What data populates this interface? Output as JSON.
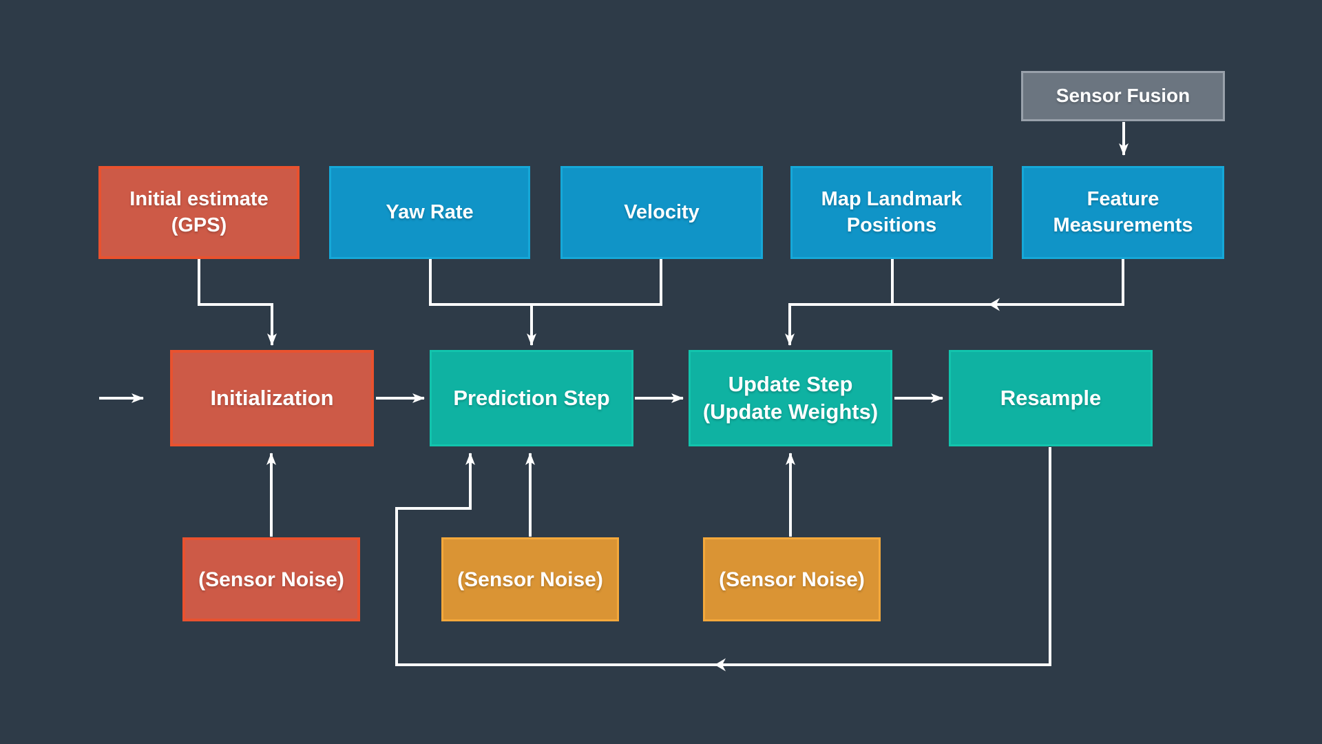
{
  "canvas": {
    "background": "#2e3b48",
    "line_color": "#ffffff",
    "text_color": "#ffffff"
  },
  "colors": {
    "red_fill": "#cd5a47",
    "red_border": "#e9522f",
    "blue_fill": "#1094c7",
    "blue_border": "#16a8d8",
    "teal_fill": "#0fb2a2",
    "teal_border": "#12c4ad",
    "orange_fill": "#da9434",
    "orange_border": "#f4a83b",
    "gray_fill": "#6b7580",
    "gray_border": "#99a1ab"
  },
  "nodes": {
    "sensor_fusion": {
      "label": "Sensor Fusion"
    },
    "initial_estimate": {
      "label": "Initial estimate\n(GPS)"
    },
    "yaw_rate": {
      "label": "Yaw Rate"
    },
    "velocity": {
      "label": "Velocity"
    },
    "map_landmark_positions": {
      "label": "Map Landmark\nPositions"
    },
    "feature_measurements": {
      "label": "Feature\nMeasurements"
    },
    "initialization": {
      "label": "Initialization"
    },
    "prediction_step": {
      "label": "Prediction Step"
    },
    "update_step": {
      "label": "Update Step\n(Update Weights)"
    },
    "resample": {
      "label": "Resample"
    },
    "sensor_noise_initialization": {
      "label": "(Sensor Noise)"
    },
    "sensor_noise_prediction": {
      "label": "(Sensor Noise)"
    },
    "sensor_noise_update": {
      "label": "(Sensor Noise)"
    }
  }
}
